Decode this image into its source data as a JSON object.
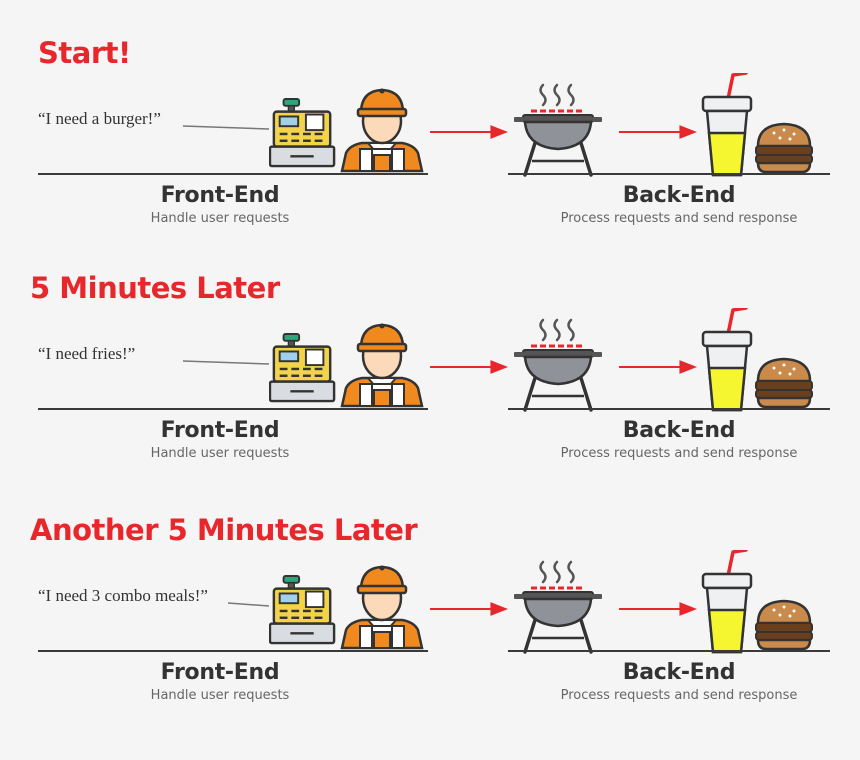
{
  "colors": {
    "title": "#e8272c",
    "arrow": "#e8272c",
    "line": "#3a3a3a",
    "text": "#333333",
    "subtext": "#666666",
    "register": "#f2d34a",
    "hat": "#f08a1e",
    "skin": "#fbd9b9",
    "grill": "#8f9399",
    "drink": "#f5f530",
    "bun": "#c98a4c",
    "patty": "#6b3e1c"
  },
  "icons": [
    "cash-register-icon",
    "cashier-icon",
    "grill-icon",
    "drink-icon",
    "burger-icon"
  ],
  "front_end": {
    "label": "Front-End",
    "description": "Handle user requests"
  },
  "back_end": {
    "label": "Back-End",
    "description": "Process requests and send response"
  },
  "sections": [
    {
      "title": "Start!",
      "quote": "“I need a burger!”"
    },
    {
      "title": "5 Minutes Later",
      "quote": "“I need fries!”"
    },
    {
      "title": "Another 5 Minutes Later",
      "quote": "“I need 3 combo meals!”"
    }
  ]
}
